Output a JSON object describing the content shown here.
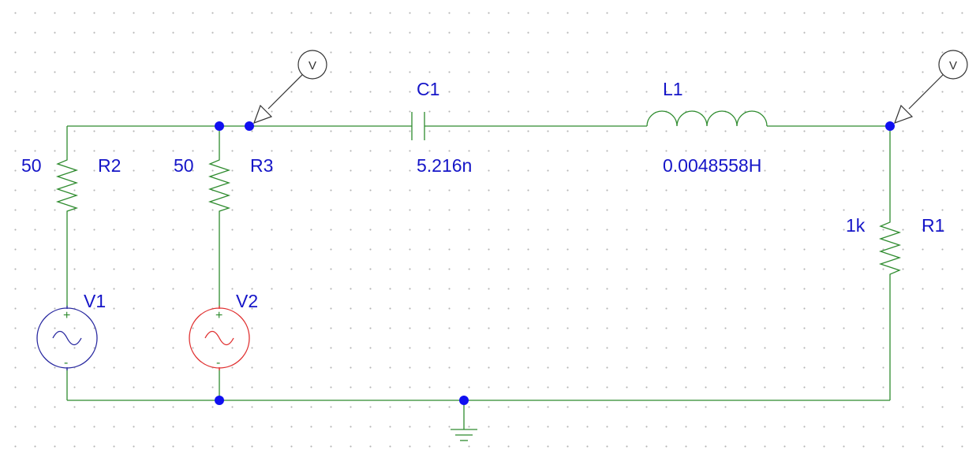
{
  "components": {
    "r2": {
      "name": "R2",
      "value": "50"
    },
    "r3": {
      "name": "R3",
      "value": "50"
    },
    "r1": {
      "name": "R1",
      "value": "1k"
    },
    "c1": {
      "name": "C1",
      "value": "5.216n"
    },
    "l1": {
      "name": "L1",
      "value": "0.0048558H"
    },
    "v1": {
      "name": "V1",
      "plus": "+",
      "minus": "-"
    },
    "v2": {
      "name": "V2",
      "plus": "+",
      "minus": "-"
    }
  },
  "probes": [
    {
      "label": "V"
    },
    {
      "label": "V"
    }
  ],
  "colors": {
    "wire": "#2e8b2e",
    "label": "#1515c8",
    "node": "#1010f0",
    "selected": "#e03030"
  }
}
